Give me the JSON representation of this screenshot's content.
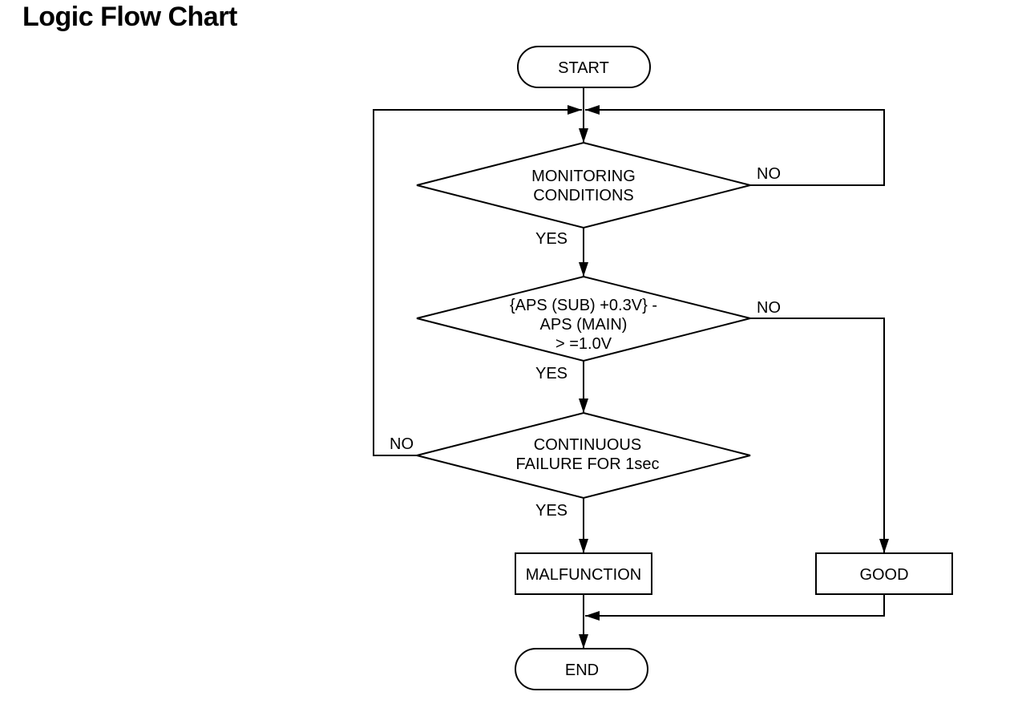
{
  "title": "Logic Flow Chart",
  "nodes": {
    "start": "START",
    "monitoring": [
      "MONITORING",
      "CONDITIONS"
    ],
    "aps_check": [
      "{APS (SUB) +0.3V} -",
      "APS (MAIN)",
      "> =1.0V"
    ],
    "continuous": [
      "CONTINUOUS",
      "FAILURE FOR 1sec"
    ],
    "malfunction": "MALFUNCTION",
    "good": "GOOD",
    "end": "END"
  },
  "edge_labels": {
    "monitoring_no": "NO",
    "monitoring_yes": "YES",
    "aps_no": "NO",
    "aps_yes": "YES",
    "continuous_no": "NO",
    "continuous_yes": "YES"
  }
}
